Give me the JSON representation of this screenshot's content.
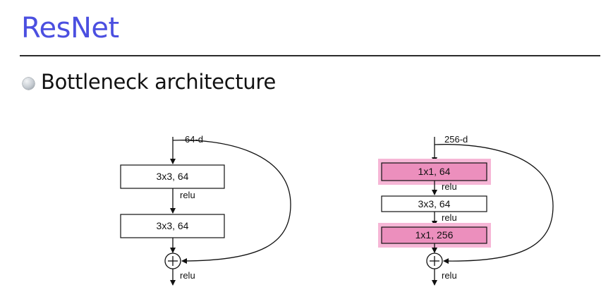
{
  "slide": {
    "title": "ResNet",
    "bullet": "Bottleneck architecture"
  },
  "diagram_left": {
    "input_label": "64-d",
    "layers": [
      "3x3, 64",
      "3x3, 64"
    ],
    "between_label": "relu",
    "output_label": "relu",
    "sum_symbol": "+"
  },
  "diagram_right": {
    "input_label": "256-d",
    "layers": [
      "1x1, 64",
      "3x3, 64",
      "1x1, 256"
    ],
    "between_labels": [
      "relu",
      "relu"
    ],
    "output_label": "relu",
    "sum_symbol": "+",
    "highlight_color": "#f6b6d6",
    "highlight_fill": "#ec8fbd"
  }
}
